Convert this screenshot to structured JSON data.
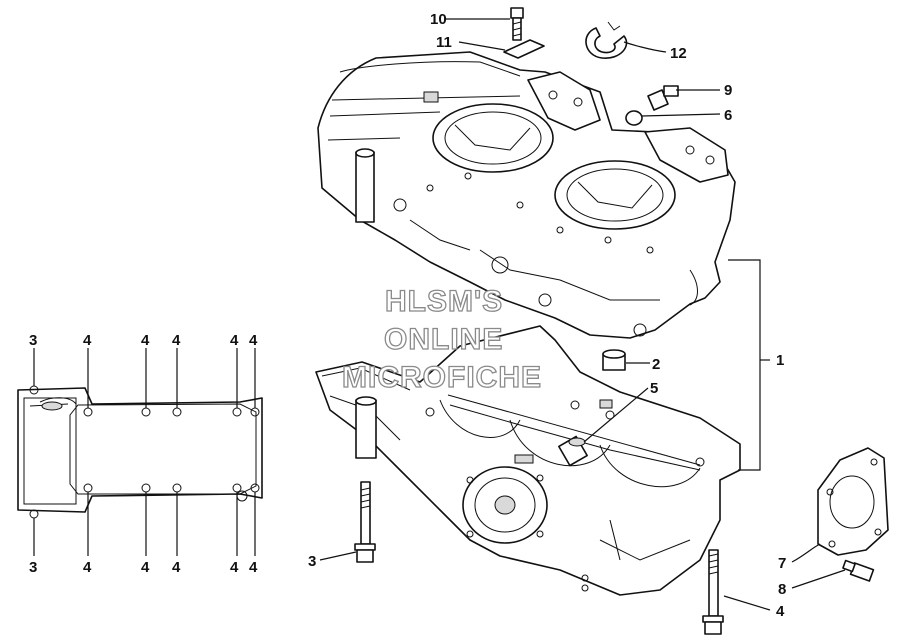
{
  "callouts": {
    "c1": "1",
    "c2": "2",
    "c3_bottom_bolt": "3",
    "c4_bottom_bolt": "4",
    "c5": "5",
    "c6": "6",
    "c7": "7",
    "c8": "8",
    "c9": "9",
    "c10": "10",
    "c11": "11",
    "c12": "12",
    "left_top": [
      "3",
      "4",
      "4",
      "4",
      "4",
      "4"
    ],
    "left_bottom": [
      "3",
      "4",
      "4",
      "4",
      "4",
      "4"
    ]
  },
  "watermark": [
    "HLSM'S",
    "ONLINE",
    "MICROFICHE"
  ]
}
